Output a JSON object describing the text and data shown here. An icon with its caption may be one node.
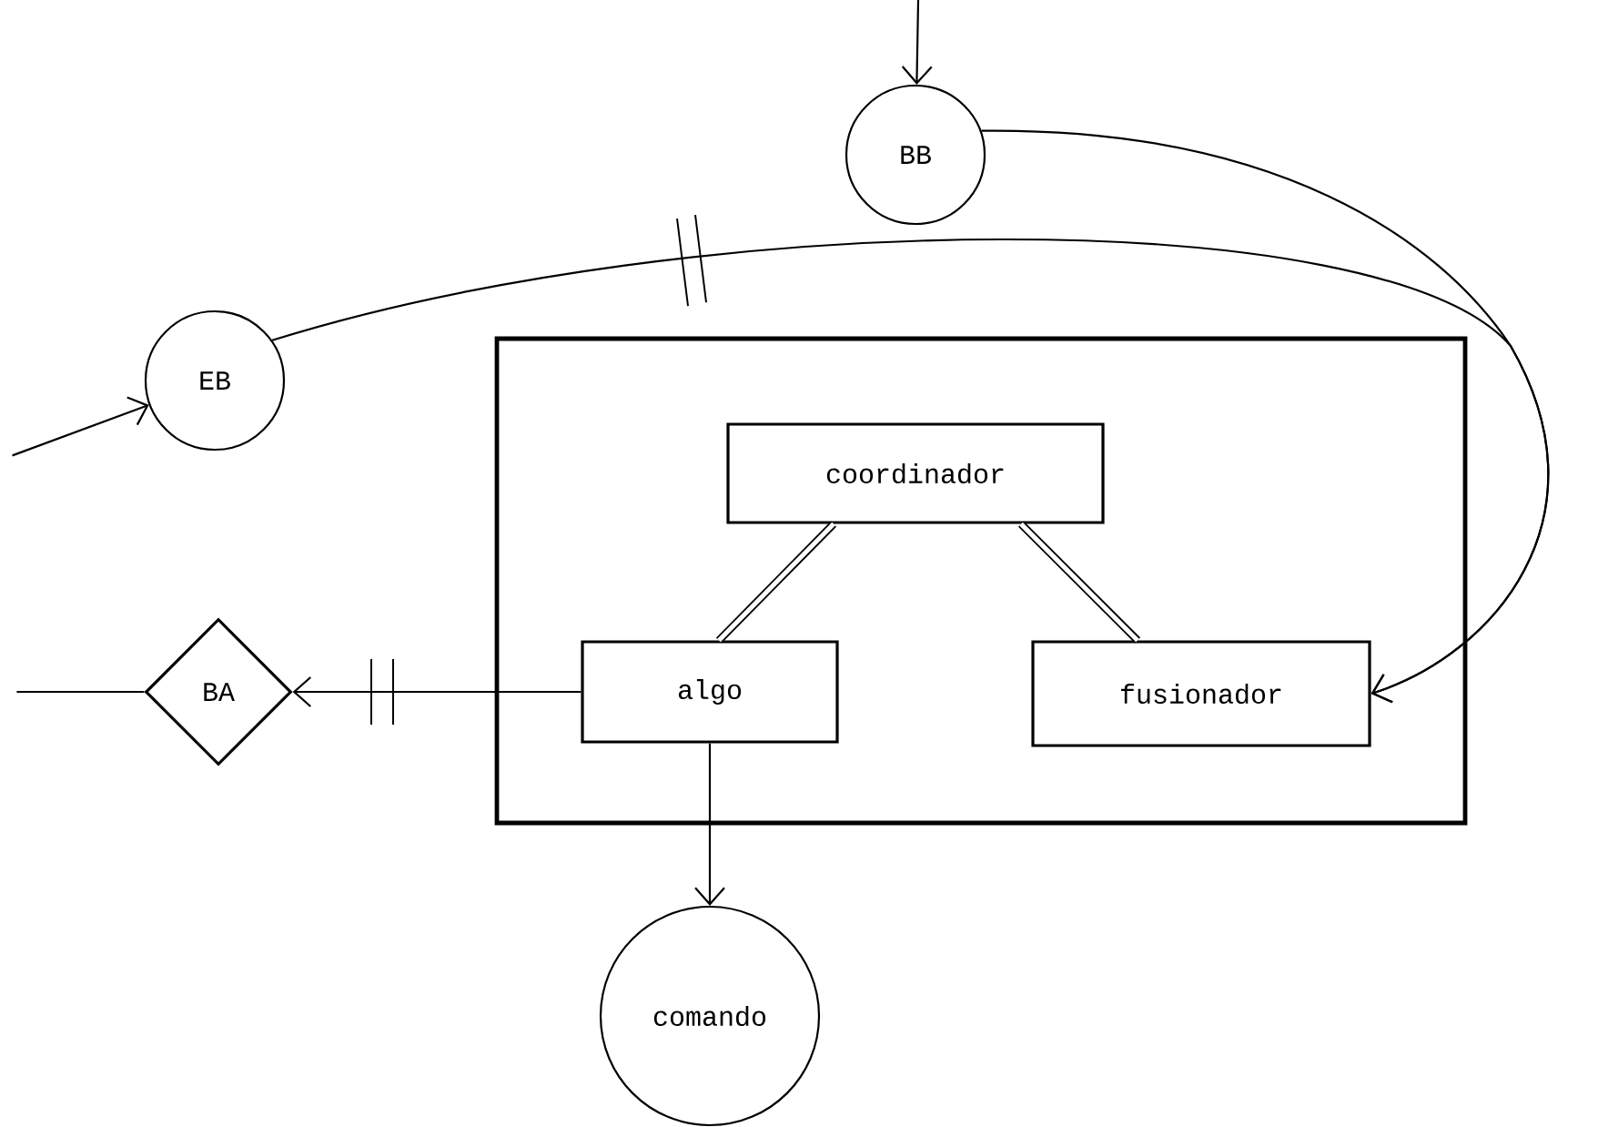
{
  "diagram": {
    "nodes": [
      {
        "text": [
          "BB"
        ]
      },
      {
        "text": [
          "EB"
        ]
      },
      {
        "text": [],
        "shape": "box"
      },
      {
        "text": [
          "coordinador"
        ],
        "in": 2
      },
      {
        "text": [
          "algo"
        ],
        "in": 2
      },
      {
        "text": [
          "fusionador"
        ],
        "in": 2
      },
      {
        "text": [
          "BA"
        ]
      },
      {
        "text": [
          "comando"
        ]
      }
    ],
    "edges": [
      {
        "from": null,
        "to": 0,
        "arrow": "to"
      },
      {
        "from": null,
        "to": 1,
        "arrow": "to"
      },
      {
        "from": 0,
        "to": 5,
        "arrow": "to"
      },
      {
        "from": 1,
        "to": 5,
        "arrow": "to"
      },
      {
        "from": 3,
        "to": 4,
        "arrow": "none",
        "style": "thick"
      },
      {
        "from": 3,
        "to": 5,
        "arrow": "none",
        "style": "thick"
      },
      {
        "from": 4,
        "to": 6,
        "arrow": "to"
      },
      {
        "from": 6,
        "to": null,
        "arrow": "none"
      },
      {
        "from": 4,
        "to": 7,
        "arrow": "to"
      }
    ]
  }
}
